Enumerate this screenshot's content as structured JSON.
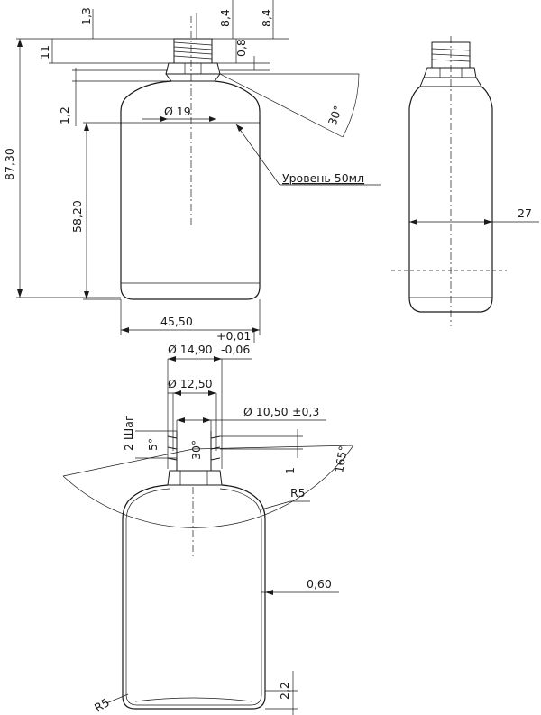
{
  "front_view": {
    "dim_top_1_3": "1,3",
    "dim_top_8_4_a": "8,4",
    "dim_top_8_4_b": "8,4",
    "dim_11": "11",
    "dim_0_8": "0,8",
    "dim_1_2": "1,2",
    "dim_87_30": "87,30",
    "dim_58_20": "58,20",
    "dim_d19": "Ø 19",
    "angle_30": "30°",
    "level_label": "Уровень 50мл",
    "dim_width": "45,50"
  },
  "side_view": {
    "dim_27": "27"
  },
  "neck_section": {
    "tol_plus": "+0,01",
    "dim_d14_90": "Ø 14,90",
    "tol_minus": "-0,06",
    "dim_d12_50": "Ø 12,50",
    "dim_d10_50": "Ø 10,50",
    "tol_pm": "±0,3",
    "pitch_label": "2 Шаг",
    "angle_5": "5°",
    "angle_30": "30°",
    "angle_165": "165°",
    "dim_1": "1",
    "radius_r5": "R5",
    "wall_0_60": "0,60",
    "dim_2_2": "2,2",
    "radius_bottom": "R5"
  }
}
